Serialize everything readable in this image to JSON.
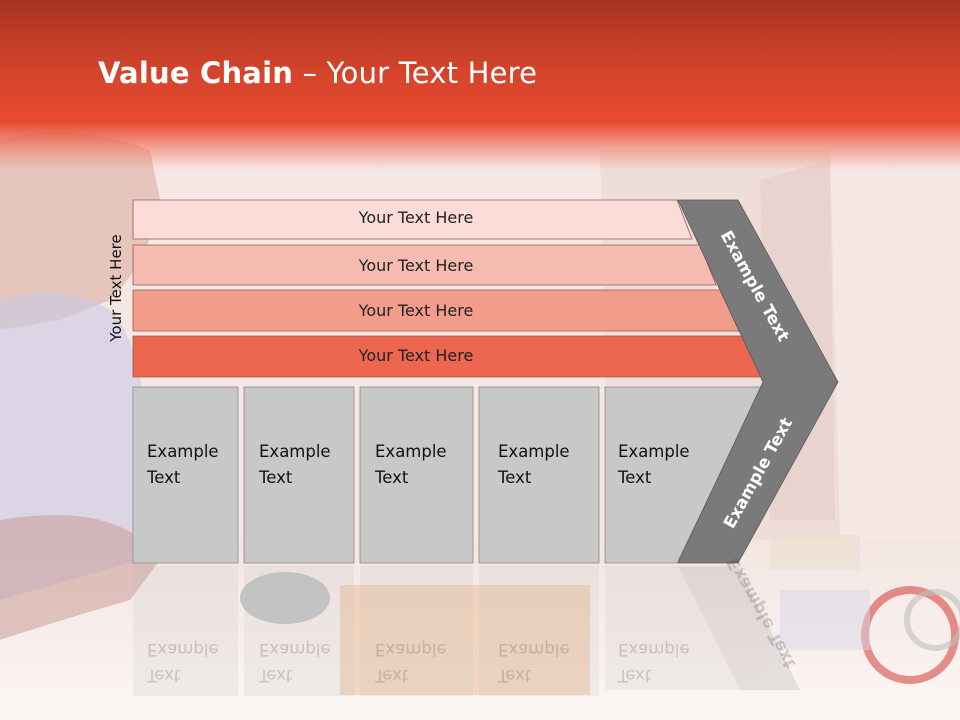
{
  "title": {
    "bold": "Value Chain",
    "rest": " – Your Text Here"
  },
  "side_label": "Your Text Here",
  "bars": [
    {
      "label": "Your Text Here"
    },
    {
      "label": "Your Text Here"
    },
    {
      "label": "Your Text Here"
    },
    {
      "label": "Your Text Here"
    }
  ],
  "boxes": [
    {
      "line1": "Example",
      "line2": "Text"
    },
    {
      "line1": "Example",
      "line2": "Text"
    },
    {
      "line1": "Example",
      "line2": "Text"
    },
    {
      "line1": "Example",
      "line2": "Text"
    },
    {
      "line1": "Example",
      "line2": "Text"
    }
  ],
  "chevron": {
    "top_label": "Example Text",
    "bottom_label": "Example Text"
  },
  "colors": {
    "header": "#e34a2f",
    "bar1": "#fbdcd8",
    "bar2": "#f6bcb2",
    "bar3": "#f29c8c",
    "bar4": "#ec6650",
    "box": "#c8c8c8",
    "chevron": "#7a7a7a"
  }
}
